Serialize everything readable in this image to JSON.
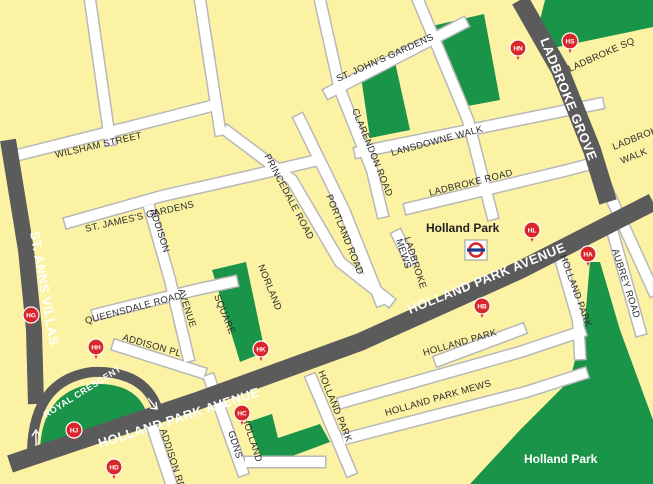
{
  "colors": {
    "background": "#fbf2a4",
    "road": "#ffffff",
    "road_outline": "#b8b8b8",
    "major_road": "#5b5b5b",
    "park": "#1a9448",
    "marker": "#d8262b",
    "tube": "#d8262b"
  },
  "streets": {
    "wilsham_street": "WILSHAM STREET",
    "st_johns_gardens": "ST. JOHN'S GARDENS",
    "lansdowne_walk": "LANSDOWNE WALK",
    "clarendon_road": "CLARENDON ROAD",
    "ladbroke_road": "LADBROKE ROAD",
    "ladbroke_sq": "LADBROKE SQ",
    "ladbroke_walk_1": "LADBROKE",
    "ladbroke_walk_2": "WALK",
    "st_jamess_gardens": "ST. JAMES'S GARDENS",
    "princedale_road": "PRINCEDALE ROAD",
    "portland_road": "PORTLAND ROAD",
    "ladbroke_mews_1": "LADBROKE",
    "ladbroke_mews_2": "MEWS",
    "addison_avenue_1": "ADDISON",
    "addison_avenue_2": "AVENUE",
    "queensdale_road": "QUEENSDALE ROAD",
    "norland_square_1": "NORLAND",
    "norland_square_2": "SQUARE",
    "addison_pl": "ADDISON PL",
    "holland_park": "HOLLAND PARK",
    "holland_park_mews": "HOLLAND PARK MEWS",
    "holland_park_vertical": "HOLLAND PARK",
    "aubrey_road": "AUBREY ROAD",
    "holland_park_gdns_1": "HOLLAND",
    "holland_park_gdns_2": "GDNS",
    "addison_rd": "ADDISON RD",
    "royal_crescent": "ROYAL CRESCENT"
  },
  "major_roads": {
    "ladbroke_grove": "LADBROKE GROVE",
    "st_anns_villas": "ST. ANNS VILLAS",
    "holland_park_avenue_east": "HOLLAND PARK AVENUE",
    "holland_park_avenue_west": "HOLLAND PARK AVENUE"
  },
  "places": {
    "holland_park_station": "Holland Park",
    "holland_park_green": "Holland Park"
  },
  "markers": [
    "HS",
    "HN",
    "HL",
    "HA",
    "HB",
    "HG",
    "HH",
    "HK",
    "HJ",
    "HC",
    "HD"
  ]
}
